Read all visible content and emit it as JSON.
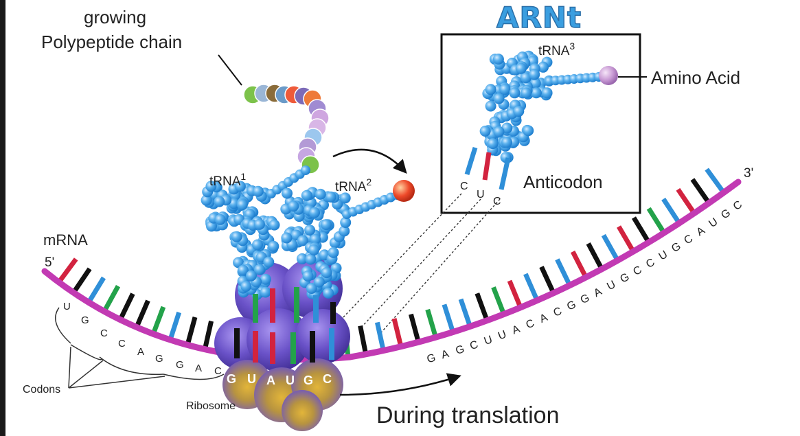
{
  "title": "ARNt",
  "labels": {
    "growing": "growing",
    "polypeptide": "Polypeptide chain",
    "trna1": "tRNA",
    "trna1_sup": "1",
    "trna2": "tRNA",
    "trna2_sup": "2",
    "trna3": "tRNA",
    "trna3_sup": "3",
    "amino_acid": "Amino Acid",
    "anticodon": "Anticodon",
    "mrna": "mRNA",
    "five_prime": "5'",
    "three_prime": "3'",
    "codons": "Codons",
    "ribosome": "Ribosome",
    "during_translation": "During translation"
  },
  "anticodon_letters": [
    "C",
    "U",
    "C"
  ],
  "mrna_sequence_left": [
    "U",
    "G",
    "C",
    "C",
    "A",
    "G",
    "G",
    "A",
    "C"
  ],
  "mrna_sequence_ribosome": [
    "G",
    "U",
    "A",
    "U",
    "G",
    "C"
  ],
  "mrna_sequence_right": [
    "G",
    "A",
    "G",
    "C",
    "U",
    "U",
    "A",
    "C",
    "A",
    "C",
    "G",
    "G",
    "A",
    "U",
    "G",
    "C",
    "C",
    "U",
    "G",
    "C",
    "A",
    "U",
    "G",
    "C"
  ],
  "colors": {
    "trna": "#3a9ee0",
    "mrna_backbone": "#c23ab3",
    "base_red": "#d2233f",
    "base_blue": "#2f8fd8",
    "base_green": "#23a24a",
    "base_black": "#111111",
    "ribosome": "#6a52c8",
    "title": "#3a9ee0"
  }
}
